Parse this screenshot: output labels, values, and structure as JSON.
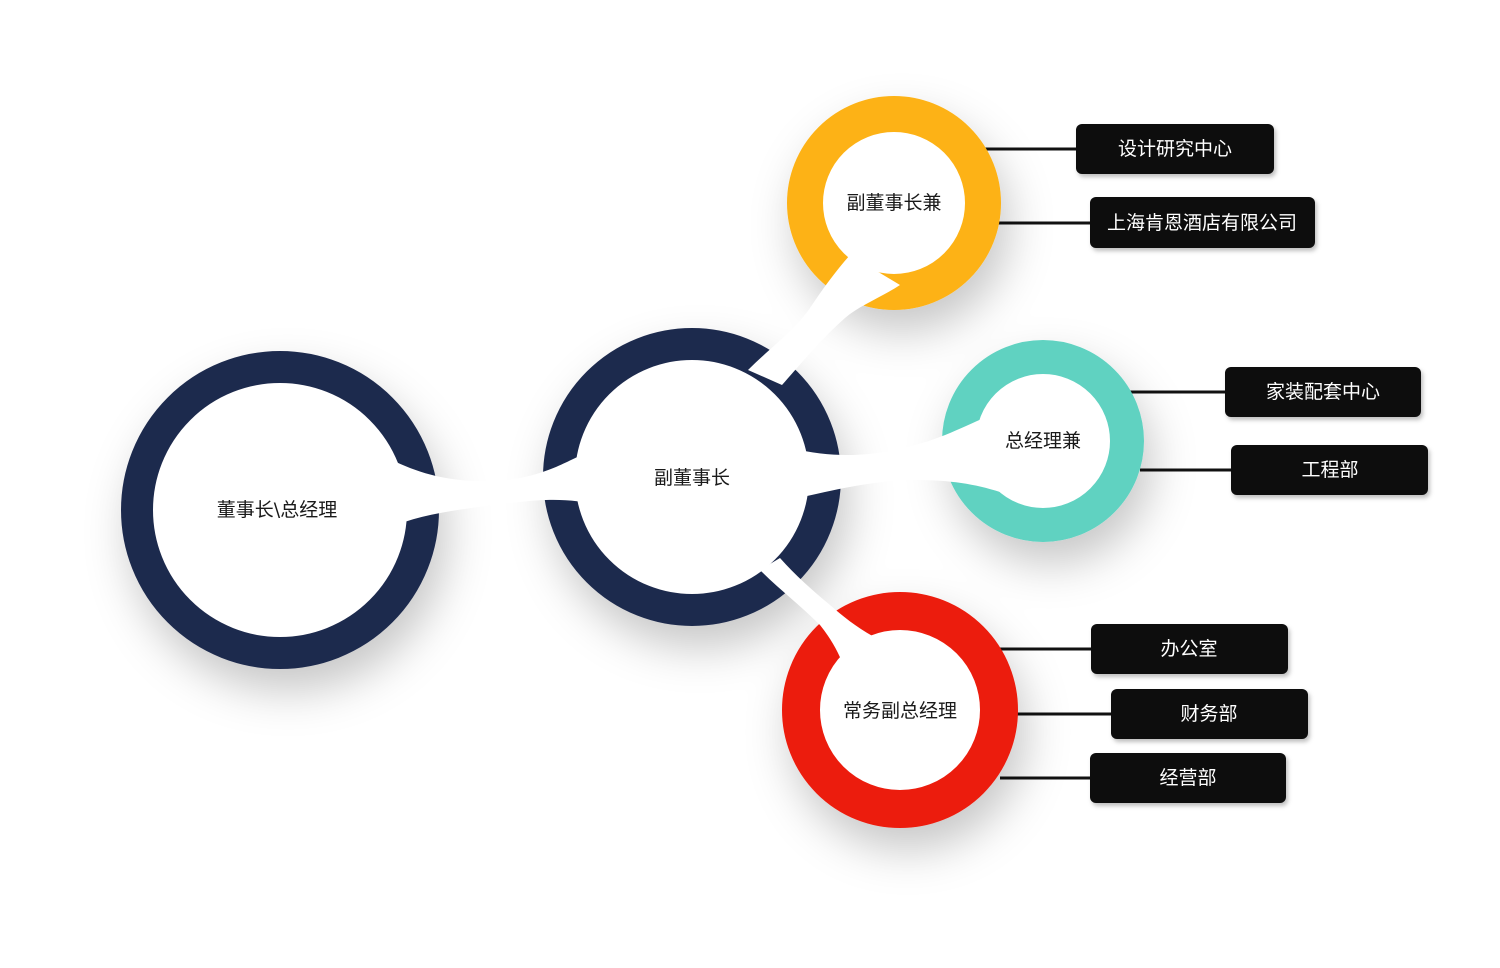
{
  "colors": {
    "navy": "#1f2a4d",
    "gold": "#fdb217",
    "teal": "#61d2c1",
    "red": "#ec1b0c",
    "box": "#0b0b0b",
    "line": "#111111"
  },
  "nodes": {
    "chairman": "董事长\\总经理",
    "vice_chairman": "副董事长",
    "vice_chairman_concurrent": "副董事长兼",
    "gm_concurrent": "总经理兼",
    "exec_vgm": "常务副总经理"
  },
  "departments": {
    "design_center": "设计研究中心",
    "shanghai_hotel": "上海肯恩酒店有限公司",
    "home_center": "家装配套中心",
    "engineering": "工程部",
    "office": "办公室",
    "finance": "财务部",
    "operations": "经营部"
  }
}
